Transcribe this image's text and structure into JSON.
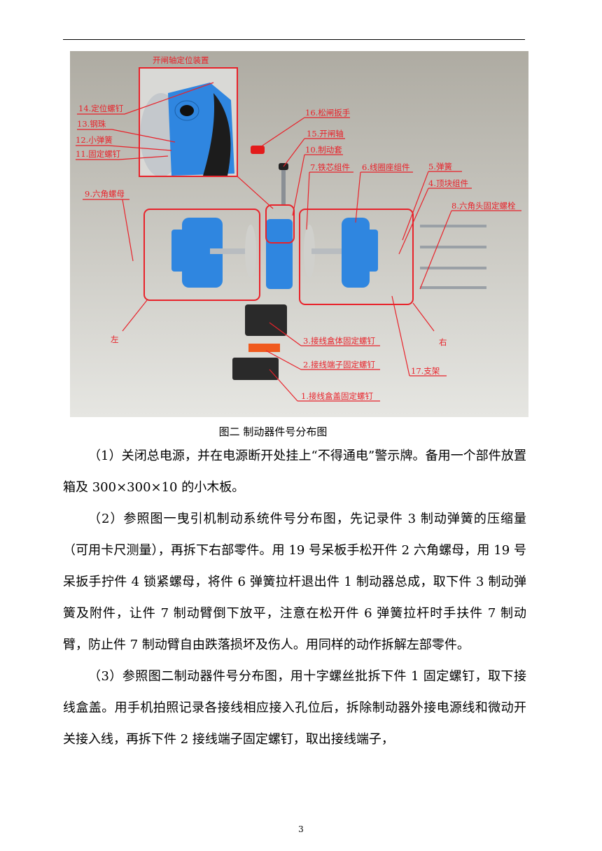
{
  "figure": {
    "inset_title": "开闸轴定位装置",
    "labels": {
      "l14": "14.定位螺钉",
      "l13": "13.钢珠",
      "l12": "12.小弹簧",
      "l11": "11.固定螺钉",
      "l16": "16.松闸扳手",
      "l15": "15.开闸轴",
      "l10": "10.制动套",
      "l7": "7.铁芯组件",
      "l6": "6.线圈座组件",
      "l5": "5.弹簧",
      "l4": "4.顶块组件",
      "l9": "9.六角螺母",
      "l8": "8.六角头固定螺栓",
      "l3": "3.接线盒体固定螺钉",
      "l2": "2.接线端子固定螺钉",
      "l1": "1.接线盒盖固定螺钉",
      "l17": "17.支架",
      "left": "左",
      "right": "右"
    },
    "colors": {
      "label": "#e8222a",
      "part_blue": "#2f86e0",
      "background": "#c8c6be"
    }
  },
  "caption": "图二  制动器件号分布图",
  "paragraphs": [
    "（1）关闭总电源，并在电源断开处挂上“不得通电”警示牌。备用一个部件放置箱及 300×300×10 的小木板。",
    "（2）参照图一曳引机制动系统件号分布图，先记录件 3 制动弹簧的压缩量（可用卡尺测量），再拆下右部零件。用 19 号呆板手松开件 2 六角螺母，用 19 号呆扳手拧件 4 锁紧螺母，将件 6 弹簧拉杆退出件 1 制动器总成，取下件 3 制动弹簧及附件，让件 7 制动臂倒下放平，注意在松开件 6 弹簧拉杆时手扶件 7 制动臂，防止件 7 制动臂自由跌落损坏及伤人。用同样的动作拆解左部零件。",
    "（3）参照图二制动器件号分布图，用十字螺丝批拆下件 1 固定螺钉，取下接线盒盖。用手机拍照记录各接线相应接入孔位后，拆除制动器外接电源线和微动开关接入线，再拆下件 2 接线端子固定螺钉，取出接线端子，"
  ],
  "page_number": "3"
}
